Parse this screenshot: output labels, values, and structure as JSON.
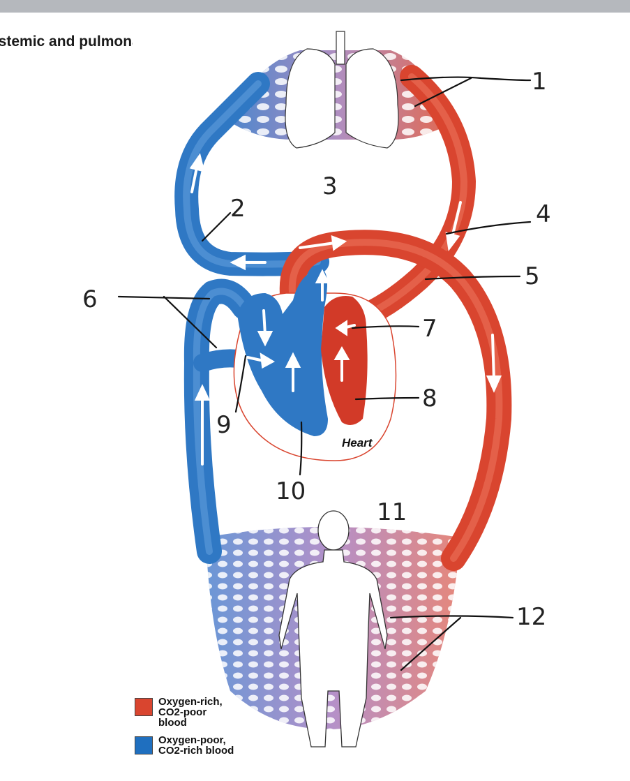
{
  "header": {
    "title": "Systemic and pulmonary circulation"
  },
  "labels": {
    "n1": "1",
    "n2": "2",
    "n3": "3",
    "n4": "4",
    "n5": "5",
    "n6": "6",
    "n7": "7",
    "n8": "8",
    "n9": "9",
    "n10": "10",
    "n11": "11",
    "n12": "12",
    "heart": "Heart"
  },
  "legend": {
    "items": [
      {
        "line1": "Oxygen-rich,",
        "line2": "CO2-poor",
        "line3": "blood",
        "color": "#d9452f"
      },
      {
        "line1": "Oxygen-poor,",
        "line2": "CO2-rich blood",
        "line3": "",
        "color": "#1f6fbf"
      }
    ]
  },
  "colors": {
    "oxygen_rich": "#d9452f",
    "oxygen_poor": "#2f78c4",
    "capillary_mix": "#a98bc4"
  }
}
